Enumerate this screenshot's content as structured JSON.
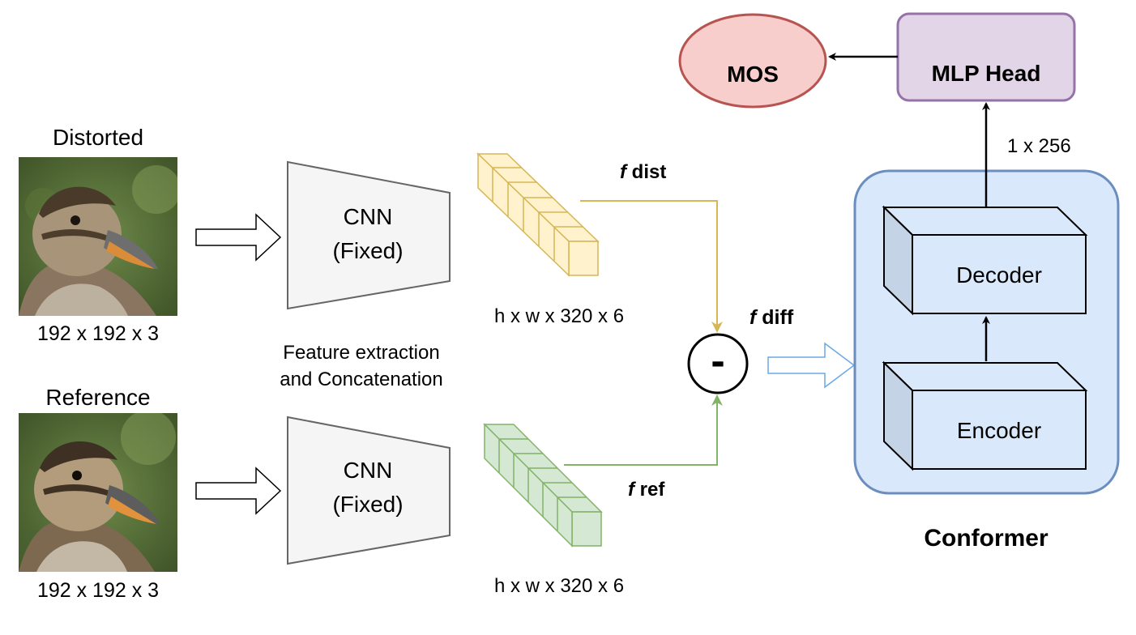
{
  "inputs": {
    "distorted": {
      "title": "Distorted",
      "dims": "192 x 192 x 3"
    },
    "reference": {
      "title": "Reference",
      "dims": "192 x 192 x 3"
    }
  },
  "cnn": {
    "top": {
      "line1": "CNN",
      "line2": "(Fixed)"
    },
    "bottom": {
      "line1": "CNN",
      "line2": "(Fixed)"
    }
  },
  "feature_caption": {
    "line1": "Feature extraction",
    "line2": "and Concatenation"
  },
  "features": {
    "dist": {
      "italic": "f",
      "label": " dist",
      "dims": "h x w x 320 x 6",
      "color": "#d6b656"
    },
    "ref": {
      "italic": "f",
      "label": " ref",
      "dims": "h x w x 320 x 6",
      "color": "#82b366"
    },
    "diff": {
      "italic": "f",
      "label": " diff"
    }
  },
  "subtract_symbol": "-",
  "conformer": {
    "title": "Conformer",
    "decoder": "Decoder",
    "encoder": "Encoder",
    "output_dims": "1 x 256",
    "fill": "#dae8fc",
    "stroke": "#6c8ebf"
  },
  "mlp_head": {
    "label": "MLP Head",
    "fill": "#e1d5e7",
    "stroke": "#9673a6"
  },
  "mos": {
    "label": "MOS",
    "fill": "#f8cecc",
    "stroke": "#b85450"
  }
}
